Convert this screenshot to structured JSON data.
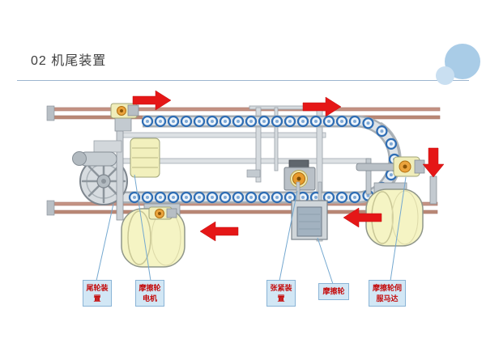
{
  "slide": {
    "title": "02 机尾装置"
  },
  "callouts": [
    {
      "label": "尾轮装置"
    },
    {
      "label": "摩擦轮电机"
    },
    {
      "label": "张紧装置"
    },
    {
      "label": "摩擦轮"
    },
    {
      "label": "摩擦轮伺服马达"
    }
  ],
  "icons": {
    "arrows": [
      "direction-arrow-right-top-left",
      "direction-arrow-right-top-right",
      "direction-arrow-down-right",
      "direction-arrow-left-bottom-right",
      "direction-arrow-left-bottom-left"
    ]
  },
  "colors": {
    "arrow_red": "#e51717",
    "roller_blue": "#2e6db4",
    "rail_copper": "#c49384",
    "wheel_yellow": "#f5f4c4",
    "orange_hub": "#eba43d",
    "callout_bg": "#d2e7f5",
    "callout_border": "#8ab4d6",
    "callout_text": "#c40a0a",
    "decoration_blue": "#a9cce7",
    "divider_blue": "#9db6cf"
  }
}
